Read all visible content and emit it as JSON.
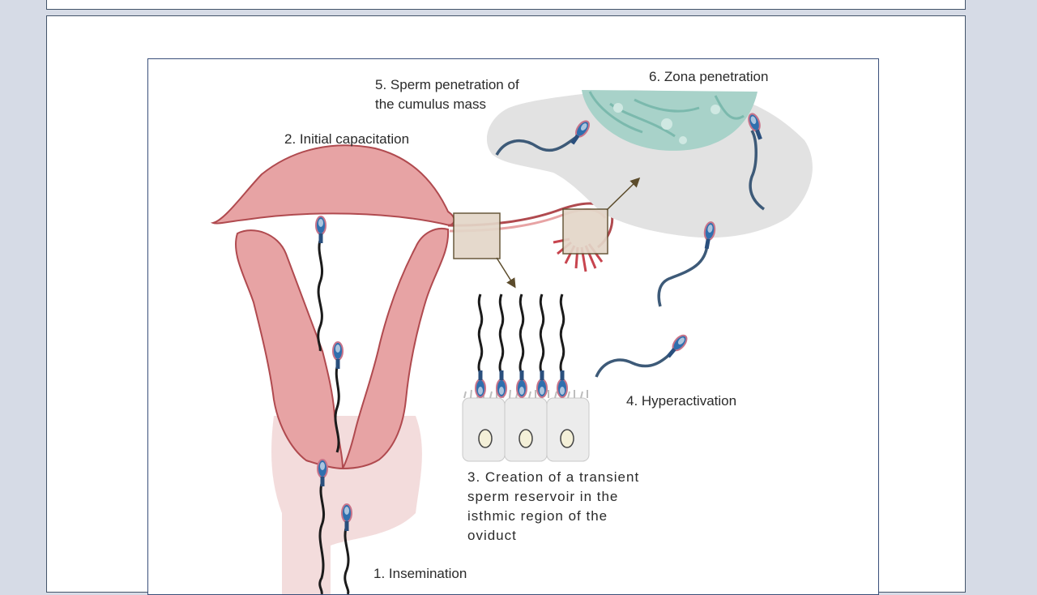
{
  "labels": {
    "step5_line1": "5. Sperm penetration of",
    "step5_line2": "the cumulus mass",
    "step6": "6. Zona penetration",
    "step2": "2. Initial capacitation",
    "step4": "4. Hyperactivation",
    "step3_line1": "3. Creation of a transient",
    "step3_line2": "sperm reservoir in the",
    "step3_line3": "isthmic region of the",
    "step3_line4": "oviduct",
    "step1": "1. Insemination"
  },
  "colors": {
    "uterus_fill": "#e7a3a4",
    "uterus_stroke": "#b04a4f",
    "cervix_fill": "#f1d6d6",
    "cumulus_fill": "#e2e2e2",
    "oocyte_fill": "#a8d2c9",
    "sperm_head": "#2f6fae",
    "sperm_tail": "#1b1b1b",
    "box_fill": "#e3d6c8",
    "border": "#3a4f7a"
  }
}
